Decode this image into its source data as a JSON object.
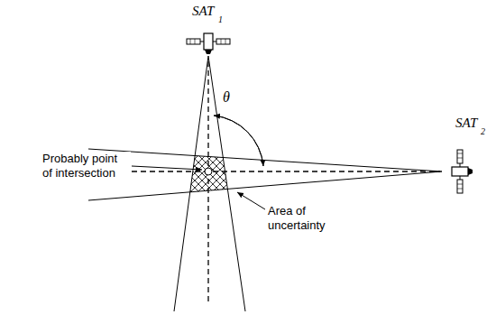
{
  "diagram": {
    "labels": [
      "SAT",
      "1",
      "θ",
      "Probably point of intersection",
      "Area of uncertainty",
      "SAT",
      "2"
    ]
  }
}
